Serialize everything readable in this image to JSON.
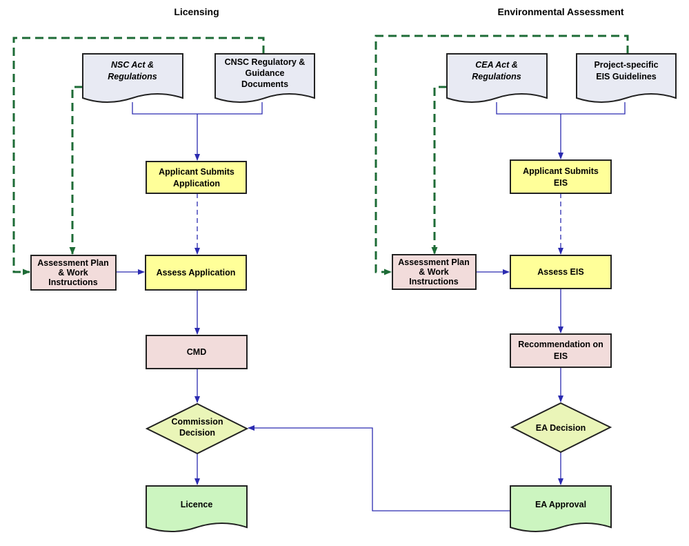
{
  "colors": {
    "flow_line": "#2b2bb0",
    "feedback_line": "#1d6b36",
    "doc_fill": "#e8eaf3",
    "process_fill": "#ffff99",
    "review_fill": "#f2dcdb",
    "decision_fill": "#eaf5b8",
    "output_fill": "#ccf5c0",
    "border": "#222222"
  },
  "columns": {
    "licensing": {
      "heading": "Licensing",
      "doc_act": [
        "NSC Act &",
        "Regulations"
      ],
      "doc_guidance": [
        "CNSC Regulatory &",
        "Guidance",
        "Documents"
      ],
      "submit": [
        "Applicant Submits",
        "Application"
      ],
      "plan": [
        "Assessment Plan",
        "& Work",
        "Instructions"
      ],
      "assess": [
        "Assess Application"
      ],
      "review": [
        "CMD"
      ],
      "decision": [
        "Commission",
        "Decision"
      ],
      "output": [
        "Licence"
      ]
    },
    "ea": {
      "heading": "Environmental Assessment",
      "doc_act": [
        "CEA Act &",
        "Regulations"
      ],
      "doc_guidance": [
        "Project-specific",
        "EIS Guidelines"
      ],
      "submit": [
        "Applicant Submits",
        "EIS"
      ],
      "plan": [
        "Assessment Plan",
        "& Work",
        "Instructions"
      ],
      "assess": [
        "Assess EIS"
      ],
      "review": [
        "Recommendation on",
        "EIS"
      ],
      "decision": [
        "EA Decision"
      ],
      "output": [
        "EA Approval"
      ]
    }
  }
}
